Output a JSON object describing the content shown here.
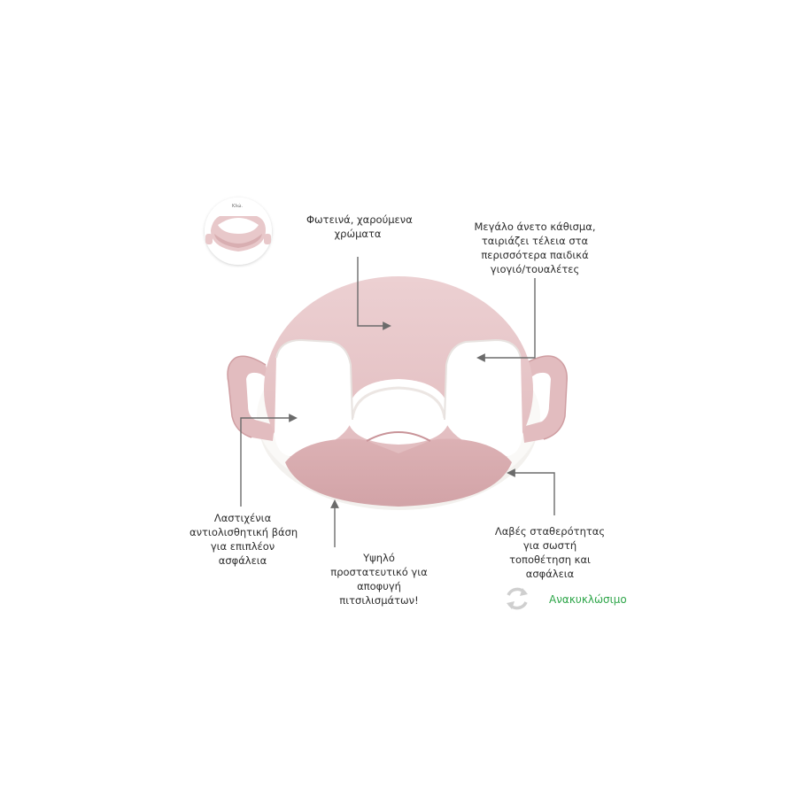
{
  "callouts": {
    "bright_colors": [
      "Φωτεινά, χαρούμενα",
      "χρώματα"
    ],
    "large_seat": [
      "Μεγάλο άνετο κάθισμα,",
      "ταιριάζει τέλεια στα",
      "περισσότερα παιδικά",
      "γιογιό/τουαλέτες"
    ],
    "rubber_base": [
      "Λαστιχένια",
      "αντιολισθητική βάση",
      "για επιπλέον",
      "ασφάλεια"
    ],
    "splash_guard": [
      "Υψηλό",
      "προστατευτικό για",
      "αποφυγή",
      "πιτσιλισμάτων!"
    ],
    "handles": [
      "Λαβές σταθερότητας",
      "για σωστή",
      "τοποθέτηση και",
      "ασφάλεια"
    ]
  },
  "recyclable_label": "Ανακυκλώσιμο",
  "thumbnail_brand": "Κλώ.",
  "colors": {
    "seat_pink": "#e6c4c6",
    "seat_pink_dark": "#d9aeb1",
    "pad_white": "#ffffff",
    "base_white": "#f4f2ef",
    "arrow_gray": "#6b6b6b",
    "recycle_gray": "#cfcfcf",
    "recycle_green": "#2fa64a"
  },
  "icons": {
    "recycle": "recycle-icon",
    "arrow": "arrow-icon"
  }
}
